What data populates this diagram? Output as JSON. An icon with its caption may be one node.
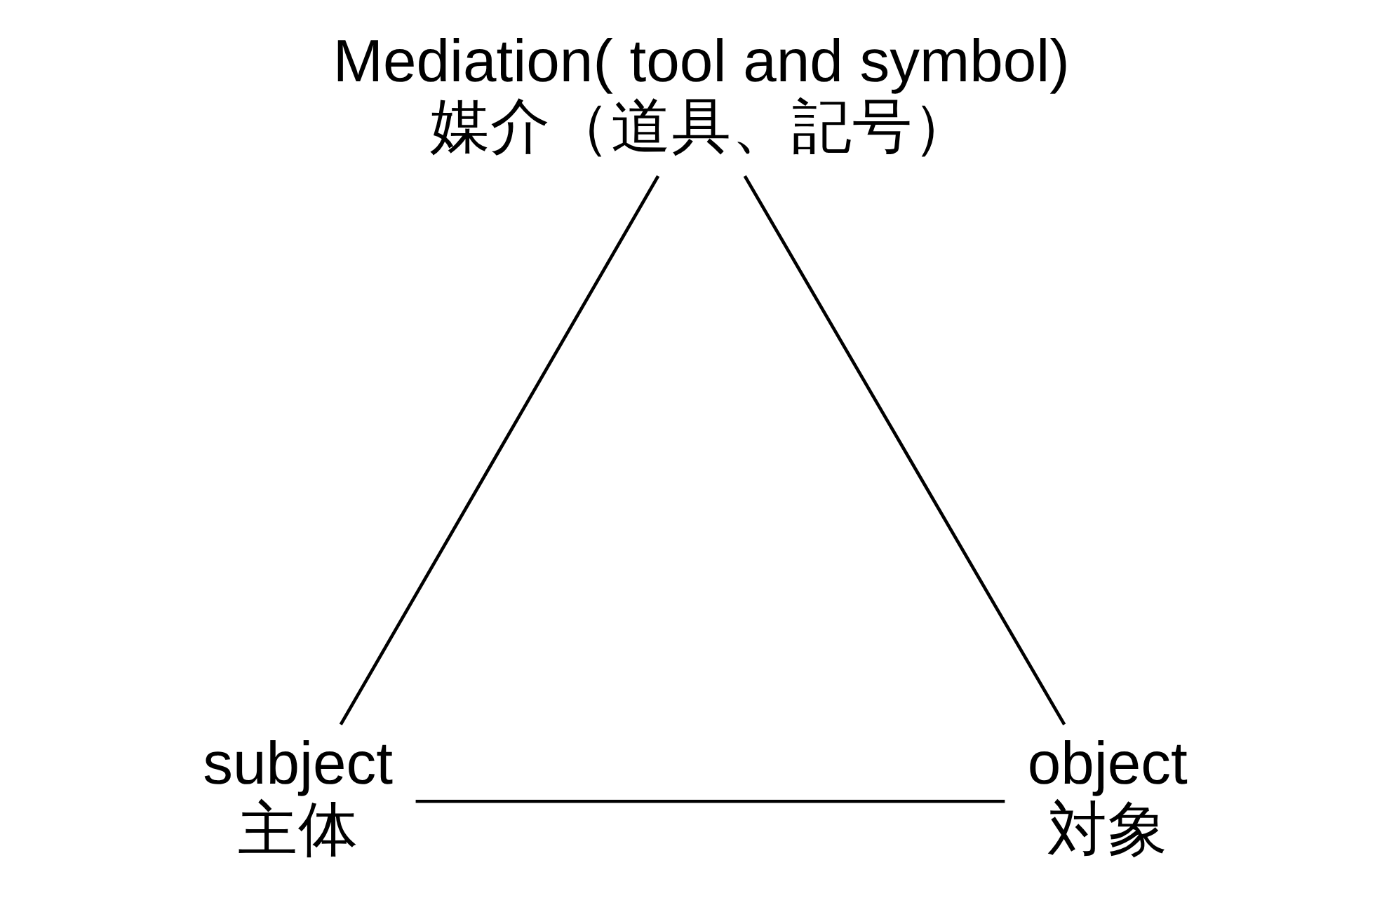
{
  "diagram": {
    "nodes": [
      {
        "text": [
          "Mediation( tool and symbol)",
          "媒介（道具、記号）"
        ]
      },
      {
        "text": [
          "subject",
          "主体"
        ]
      },
      {
        "text": [
          "object",
          "対象"
        ]
      }
    ],
    "edges": [
      {
        "from": 0,
        "to": 1,
        "arrow": "none"
      },
      {
        "from": 0,
        "to": 2,
        "arrow": "none"
      },
      {
        "from": 1,
        "to": 2,
        "arrow": "none"
      }
    ]
  }
}
